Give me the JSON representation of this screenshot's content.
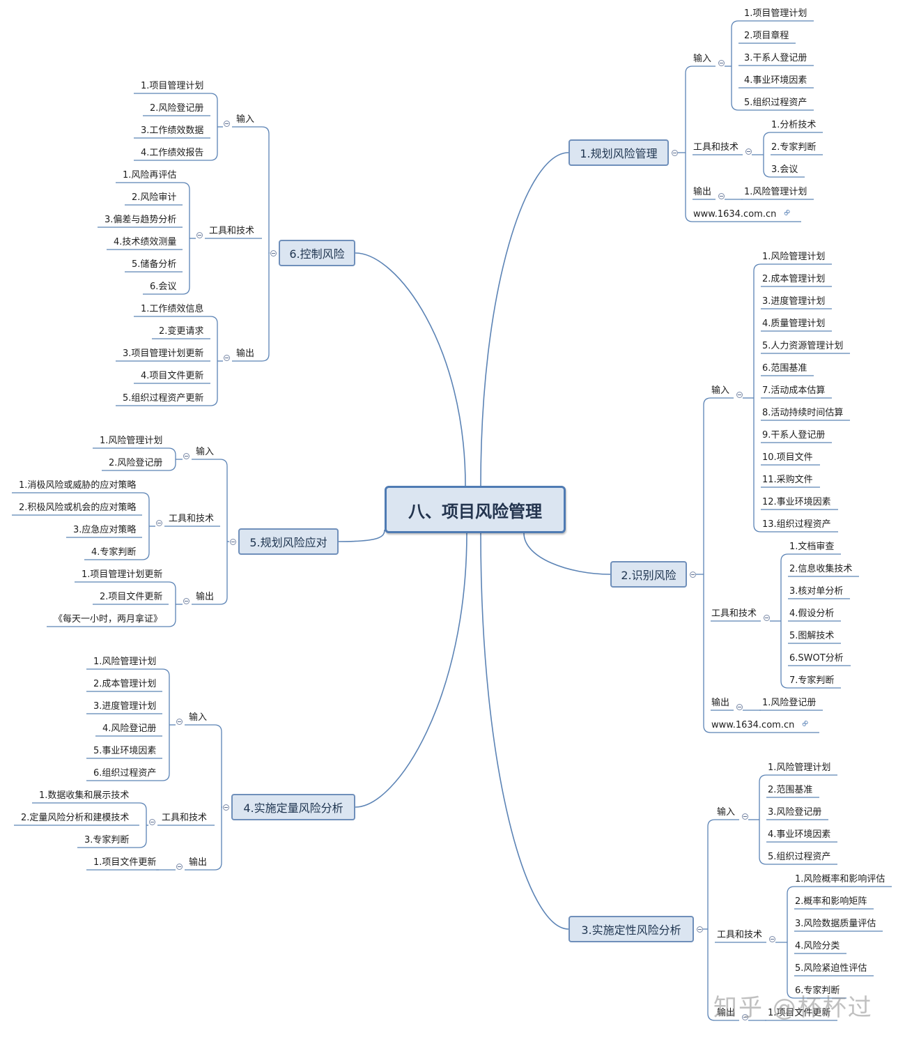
{
  "title": "八、项目风险管理",
  "colors": {
    "line": "#5b83b5",
    "topic_fill": "#dbe5f1",
    "topic_border": "#6f8fba"
  },
  "watermark": "知乎 @杯杯过",
  "branches": [
    {
      "id": "b1",
      "label": "1.规划风险管理",
      "groups": [
        {
          "label": "输入",
          "items": [
            "1.项目管理计划",
            "2.项目章程",
            "3.干系人登记册",
            "4.事业环境因素",
            "5.组织过程资产"
          ]
        },
        {
          "label": "工具和技术",
          "items": [
            "1.分析技术",
            "2.专家判断",
            "3.会议"
          ]
        },
        {
          "label": "输出",
          "items": [
            "1.风险管理计划"
          ]
        }
      ],
      "link": "www.1634.com.cn"
    },
    {
      "id": "b2",
      "label": "2.识别风险",
      "groups": [
        {
          "label": "输入",
          "items": [
            "1.风险管理计划",
            "2.成本管理计划",
            "3.进度管理计划",
            "4.质量管理计划",
            "5.人力资源管理计划",
            "6.范围基准",
            "7.活动成本估算",
            "8.活动持续时间估算",
            "9.干系人登记册",
            "10.项目文件",
            "11.采购文件",
            "12.事业环境因素",
            "13.组织过程资产"
          ]
        },
        {
          "label": "工具和技术",
          "items": [
            "1.文档审查",
            "2.信息收集技术",
            "3.核对单分析",
            "4.假设分析",
            "5.图解技术",
            "6.SWOT分析",
            "7.专家判断"
          ]
        },
        {
          "label": "输出",
          "items": [
            "1.风险登记册"
          ]
        }
      ],
      "link": "www.1634.com.cn"
    },
    {
      "id": "b3",
      "label": "3.实施定性风险分析",
      "groups": [
        {
          "label": "输入",
          "items": [
            "1.风险管理计划",
            "2.范围基准",
            "3.风险登记册",
            "4.事业环境因素",
            "5.组织过程资产"
          ]
        },
        {
          "label": "工具和技术",
          "items": [
            "1.风险概率和影响评估",
            "2.概率和影响矩阵",
            "3.风险数据质量评估",
            "4.风险分类",
            "5.风险紧迫性评估",
            "6.专家判断"
          ]
        },
        {
          "label": "输出",
          "items": [
            "1.项目文件更新"
          ]
        }
      ]
    },
    {
      "id": "b4",
      "label": "4.实施定量风险分析",
      "groups": [
        {
          "label": "输入",
          "items": [
            "1.风险管理计划",
            "2.成本管理计划",
            "3.进度管理计划",
            "4.风险登记册",
            "5.事业环境因素",
            "6.组织过程资产"
          ]
        },
        {
          "label": "工具和技术",
          "items": [
            "1.数据收集和展示技术",
            "2.定量风险分析和建模技术",
            "3.专家判断"
          ]
        },
        {
          "label": "输出",
          "items": [
            "1.项目文件更新"
          ]
        }
      ]
    },
    {
      "id": "b5",
      "label": "5.规划风险应对",
      "groups": [
        {
          "label": "输入",
          "items": [
            "1.风险管理计划",
            "2.风险登记册"
          ]
        },
        {
          "label": "工具和技术",
          "items": [
            "1.消极风险或威胁的应对策略",
            "2.积极风险或机会的应对策略",
            "3.应急应对策略",
            "4.专家判断"
          ]
        },
        {
          "label": "输出",
          "items": [
            "1.项目管理计划更新",
            "2.项目文件更新",
            "《每天一小时，两月拿证》"
          ]
        }
      ]
    },
    {
      "id": "b6",
      "label": "6.控制风险",
      "groups": [
        {
          "label": "输入",
          "items": [
            "1.项目管理计划",
            "2.风险登记册",
            "3.工作绩效数据",
            "4.工作绩效报告"
          ]
        },
        {
          "label": "工具和技术",
          "items": [
            "1.风险再评估",
            "2.风险审计",
            "3.偏差与趋势分析",
            "4.技术绩效测量",
            "5.储备分析",
            "6.会议"
          ]
        },
        {
          "label": "输出",
          "items": [
            "1.工作绩效信息",
            "2.变更请求",
            "3.项目管理计划更新",
            "4.项目文件更新",
            "5.组织过程资产更新"
          ]
        }
      ]
    }
  ]
}
